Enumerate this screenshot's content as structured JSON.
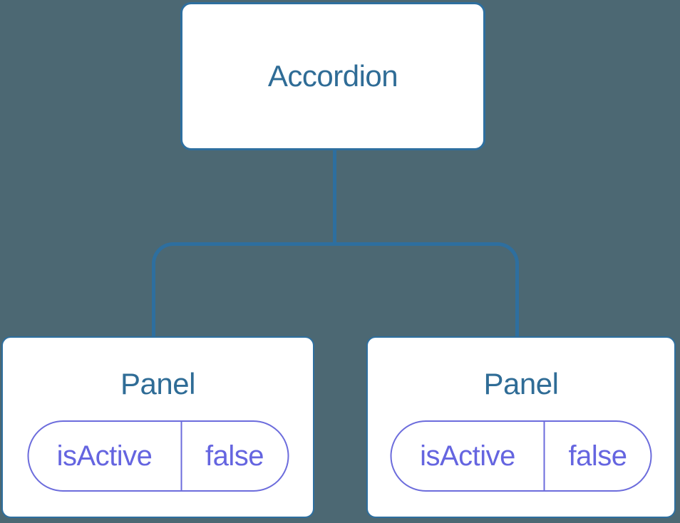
{
  "colors": {
    "background": "#4c6873",
    "node_fill": "#ffffff",
    "node_border": "#2e6f9f",
    "node_text": "#2f6c96",
    "connector": "#2e6f9f",
    "prop_border": "#6c6cdc",
    "prop_text": "#6565e0"
  },
  "tree": {
    "root": {
      "label": "Accordion"
    },
    "children": [
      {
        "label": "Panel",
        "props": [
          {
            "name": "isActive",
            "value": "false"
          }
        ]
      },
      {
        "label": "Panel",
        "props": [
          {
            "name": "isActive",
            "value": "false"
          }
        ]
      }
    ]
  }
}
